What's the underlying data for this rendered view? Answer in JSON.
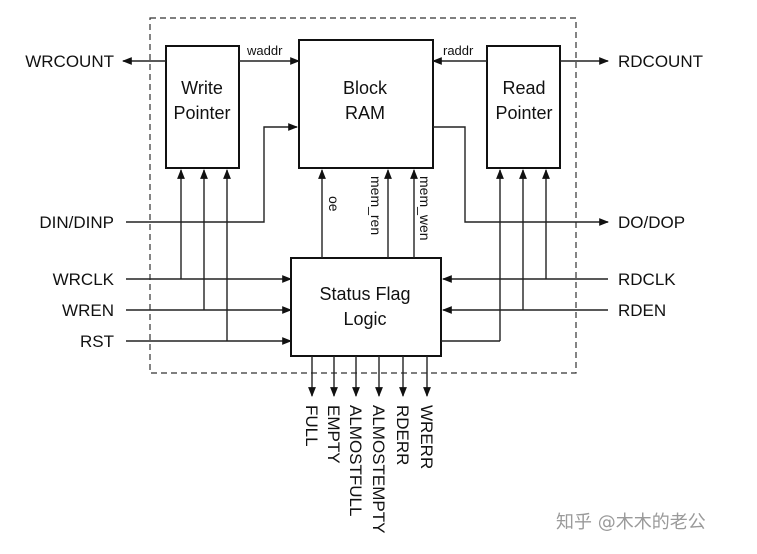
{
  "blocks": {
    "write_pointer": [
      "Write",
      "Pointer"
    ],
    "block_ram": [
      "Block",
      "RAM"
    ],
    "read_pointer": [
      "Read",
      "Pointer"
    ],
    "status_flag_logic": [
      "Status Flag",
      "Logic"
    ]
  },
  "left_signals": {
    "wrcount": "WRCOUNT",
    "din": "DIN/DINP",
    "wrclk": "WRCLK",
    "wren": "WREN",
    "rst": "RST"
  },
  "right_signals": {
    "rdcount": "RDCOUNT",
    "do": "DO/DOP",
    "rdclk": "RDCLK",
    "rden": "RDEN"
  },
  "internal_signals": {
    "waddr": "waddr",
    "raddr": "raddr",
    "oe": "oe",
    "mem_ren": "mem_ren",
    "mem_wen": "mem_wen"
  },
  "flag_outputs": [
    "FULL",
    "EMPTY",
    "ALMOSTFULL",
    "ALMOSTEMPTY",
    "RDERR",
    "WRERR"
  ],
  "watermark": "知乎 @木木的老公"
}
